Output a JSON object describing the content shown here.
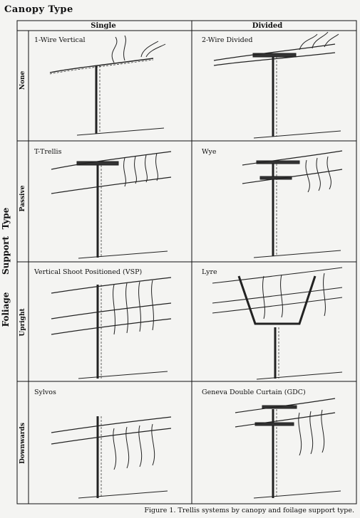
{
  "header": {
    "title": "Canopy Type"
  },
  "columns": [
    "Single",
    "Divided"
  ],
  "side_label": {
    "word1": "Foliage",
    "word2": "Support",
    "word3": "Type"
  },
  "rows": [
    "None",
    "Passive",
    "Upright",
    "Downwards"
  ],
  "cells": {
    "c00": "1-Wire Vertical",
    "c01": "2-Wire Divided",
    "c10": "T-Trellis",
    "c11": "Wye",
    "c20": "Vertical Shoot Positioned (VSP)",
    "c21": "Lyre",
    "c30": "Sylvos",
    "c31": "Geneva Double Curtain (GDC)"
  },
  "caption": "Figure 1.  Trellis systems by canopy and foilage support type."
}
